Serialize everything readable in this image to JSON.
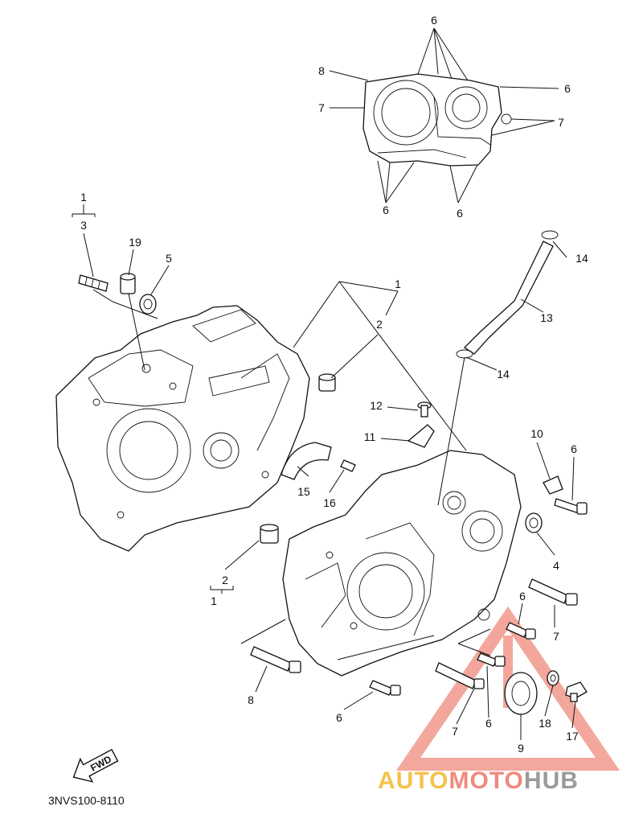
{
  "callouts": {
    "c1_top": "1",
    "c3_top": "3",
    "c19": "19",
    "c5": "5",
    "c1_mid": "1",
    "c2_mid": "2",
    "c14_top": "14",
    "c13": "13",
    "c14_low": "14",
    "c12": "12",
    "c11": "11",
    "c10": "10",
    "c6_r1": "6",
    "c15": "15",
    "c16": "16",
    "c4": "4",
    "c2_low": "2",
    "c1_low": "1",
    "c6_a": "6",
    "c7_a": "7",
    "c8_bot": "8",
    "c6_b": "6",
    "c7_b": "7",
    "c6_c": "6",
    "c18": "18",
    "c17": "17",
    "c9": "9",
    "g6_t": "6",
    "g8": "8",
    "g7_l": "7",
    "g6_r": "6",
    "g7_r": "7",
    "g6_bl": "6",
    "g6_br": "6"
  },
  "arrow_label": "FWD",
  "diagram_code": "3NVS100-8110",
  "watermark": {
    "part_auto": "AUTO",
    "part_moto": "MOTO",
    "part_hub": "HUB",
    "color_accent": "#f08a7c",
    "color_light": "#f5c24a",
    "color_dark": "#9a9a9a"
  }
}
